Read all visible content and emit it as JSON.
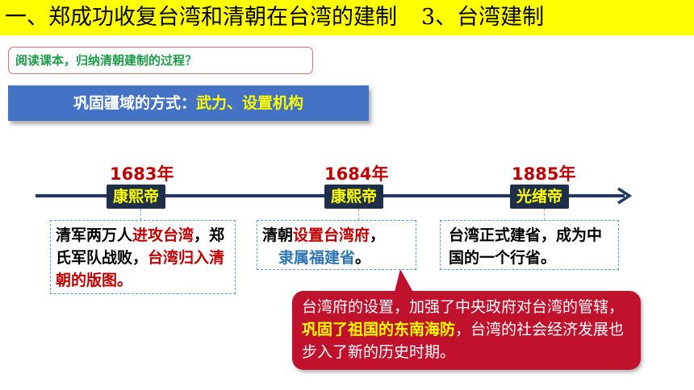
{
  "header": {
    "title_part1": "一、郑成功收复台湾和清朝在台湾的建制",
    "title_part2": "3、台湾建制"
  },
  "task": {
    "prompt": "阅读课本，归纳清朝建制的过程？"
  },
  "method": {
    "label": "巩固疆域的方式：",
    "value": "武力、设置机构"
  },
  "timeline": {
    "events": [
      {
        "year": "1683年",
        "emperor": "康熙帝",
        "text_a": "清军两万人",
        "text_b": "进攻台湾",
        "text_c": "，郑氏军队战败，",
        "text_d": "台湾归入清朝的版图。"
      },
      {
        "year": "1684年",
        "emperor": "康熙帝",
        "text_a": "清朝",
        "text_b": "设置台湾府",
        "text_c": "，",
        "text_d": "隶属福建省",
        "text_e": "。"
      },
      {
        "year": "1885年",
        "emperor": "光绪帝",
        "text_a": "台湾正式建省，成为中国的一个行省。"
      }
    ]
  },
  "callout": {
    "text_a": "台湾府的设置，加强了中央政府对台湾的管辖，",
    "text_b": "巩固了祖国的东南海防",
    "text_c": "，台湾的社会经济发展也步入了新的历史时期。"
  },
  "colors": {
    "title_bg": "#ffff00",
    "method_bg": "#4472c4",
    "accent_red": "#c00000",
    "callout_bg": "#c0122c",
    "timeline": "#1f3864"
  }
}
